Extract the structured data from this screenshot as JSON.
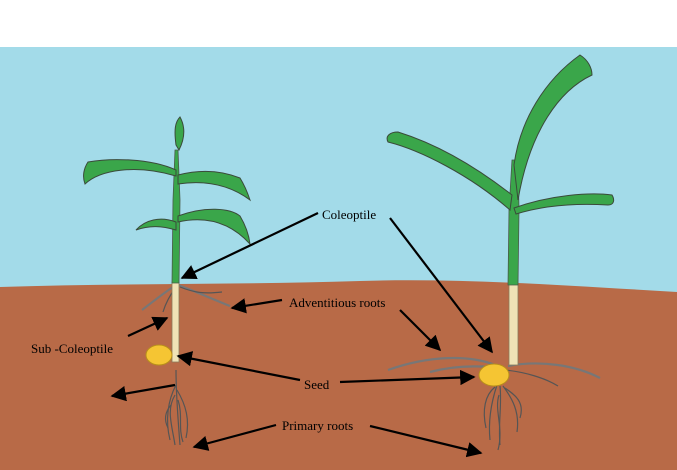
{
  "labels": {
    "coleoptile": "Coleoptile",
    "adventitious_roots": "Adventitious roots",
    "sub_coleoptile": "Sub -Coleoptile",
    "seed": "Seed",
    "primary_roots": "Primary roots"
  },
  "colors": {
    "sky": "#a3dbe9",
    "soil": "#b86a47",
    "leaf_green": "#3aa64a",
    "seed_yellow": "#f5c533",
    "mesocotyl": "#efe3b6"
  }
}
